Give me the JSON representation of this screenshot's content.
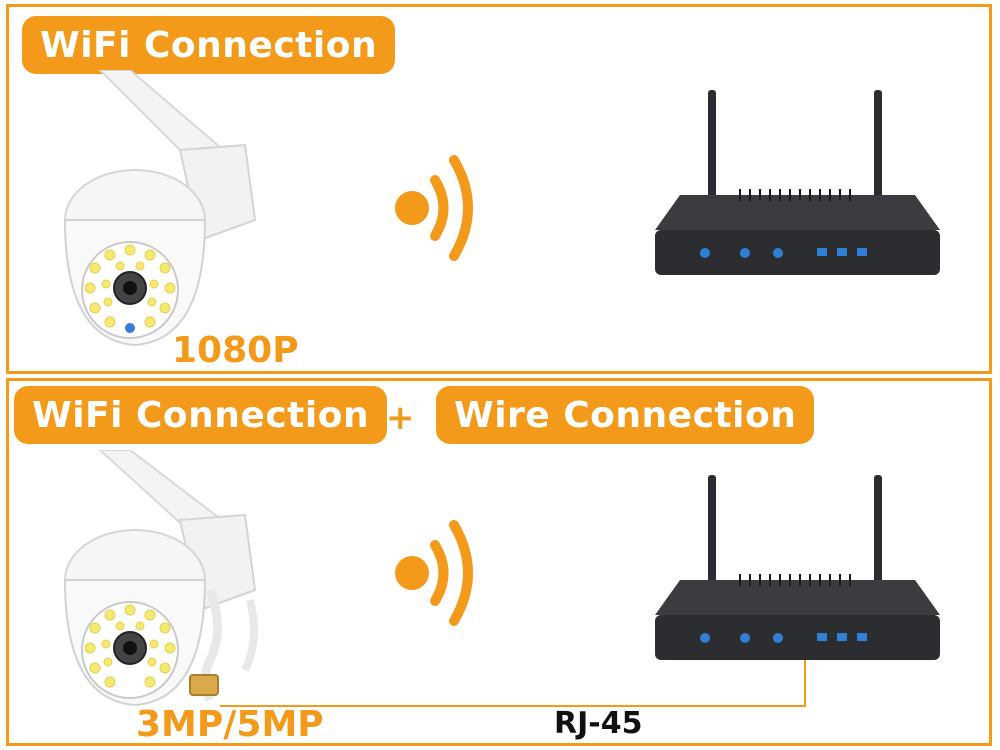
{
  "panels": {
    "top": {
      "badge": "WiFi Connection",
      "resolution": "1080P"
    },
    "bottom": {
      "badge_wifi": "WiFi Connection",
      "plus": "+",
      "badge_wire": "Wire Connection",
      "resolution": "3MP/5MP",
      "cable_label": "RJ-45"
    }
  },
  "icons": {
    "camera": "ptz-camera-icon",
    "signal": "wifi-signal-icon",
    "router": "router-icon"
  },
  "colors": {
    "accent": "#f39a1b",
    "router_body": "#2b2d30",
    "router_led": "#2f7fd6"
  }
}
